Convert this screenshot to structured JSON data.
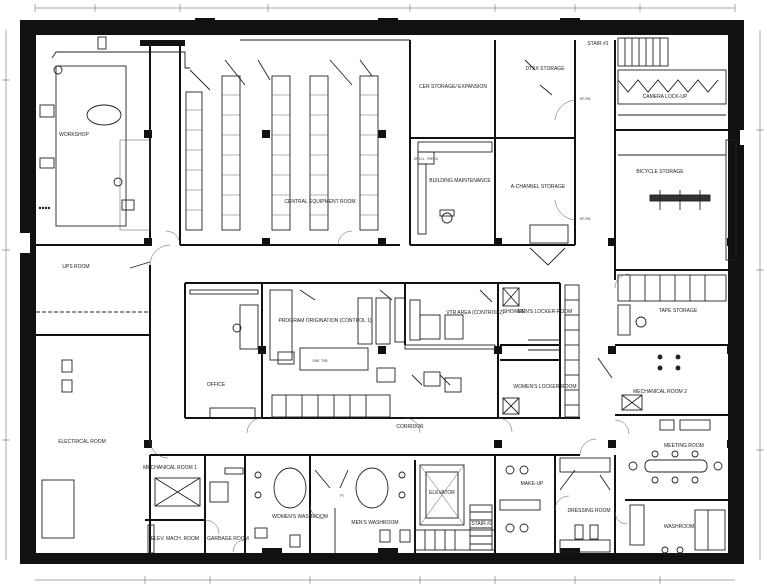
{
  "rooms": {
    "workshop": {
      "name": "WORKSHOP"
    },
    "central_equipment": {
      "name": "CENTRAL EQUIPMENT ROOM"
    },
    "cer_storage": {
      "name": "CER STORAGE/ EXPANSION"
    },
    "dtxx_storage": {
      "name": "DTXX STORAGE"
    },
    "stair_1": {
      "name": "STAIR #1"
    },
    "camera_lockup": {
      "name": "CAMERA LOCK-UP"
    },
    "building_maintenance": {
      "name": "BUILDING MAINTENANCE"
    },
    "a_channel_storage": {
      "name": "A-CHANNEL STORAGE"
    },
    "bicycle_storage": {
      "name": "BICYCLE STORAGE"
    },
    "ups_room": {
      "name": "UPS ROOM"
    },
    "program_origination": {
      "name": "PROGRAM ORIGINATION (CONTROL 1)"
    },
    "vtr_area": {
      "name": "VTR AREA (CONTROL 2)"
    },
    "shower": {
      "name": "SHOWER"
    },
    "mens_locker": {
      "name": "MEN'S LOCKER-ROOM"
    },
    "tape_storage": {
      "name": "TAPE STORAGE"
    },
    "office": {
      "name": "OFFICE"
    },
    "womens_locker": {
      "name": "WOMEN'S LOCKER-ROOM"
    },
    "mechanical_2": {
      "name": "MECHANICAL ROOM 2"
    },
    "electrical_room": {
      "name": "ELECTRICAL ROOM"
    },
    "corridor": {
      "name": "CORRIDOR"
    },
    "meeting_room": {
      "name": "MEETING ROOM"
    },
    "mechanical_1": {
      "name": "MECHANICAL ROOM 1"
    },
    "womens_washroom": {
      "name": "WOMEN'S WASHROOM"
    },
    "mens_washroom": {
      "name": "MEN'S WASHROOM"
    },
    "elevator": {
      "name": "ELEVATOR"
    },
    "make_up": {
      "name": "MAKE-UP"
    },
    "dressing_room": {
      "name": "DRESSING ROOM"
    },
    "washroom": {
      "name": "WASHROOM"
    },
    "elev_mach_room": {
      "name": "ELEV. MACH. ROOM"
    },
    "garbage_room": {
      "name": "GARBAGE ROOM"
    },
    "stair_2": {
      "name": "STAIR #2"
    }
  },
  "furniture": {
    "drill_press": "DRILL PRESS",
    "dnr_tub": "DNR TUB",
    "pt": "PT",
    "up_dn_1": "UP/DN",
    "up_dn_2": "UP/DN"
  }
}
